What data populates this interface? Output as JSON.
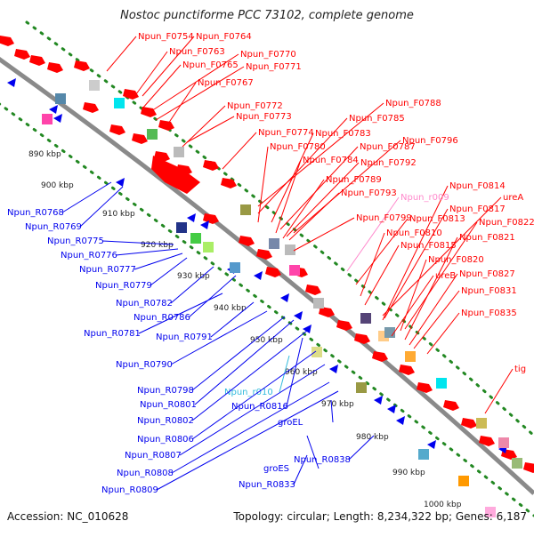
{
  "title": "Nostoc punctiforme PCC 73102, complete genome",
  "footer": {
    "accession": "Accession: NC_010628",
    "topology": "Topology: circular; Length: 8,234,322 bp; Genes: 6,187"
  },
  "colors": {
    "forward_gene": "#ff0000",
    "reverse_gene": "#0000ee",
    "pseudo_label": "#ff88cc",
    "rna_label": "#33bbdd",
    "backbone": "#8a8a8a",
    "guide": "#228822"
  },
  "scale_ticks": [
    "890 kbp",
    "900 kbp",
    "910 kbp",
    "920 kbp",
    "930 kbp",
    "940 kbp",
    "950 kbp",
    "960 kbp",
    "970 kbp",
    "980 kbp",
    "990 kbp",
    "1000 kbp"
  ],
  "forward_labels": [
    "Npun_F0754",
    "Npun_F0764",
    "Npun_F0763",
    "Npun_F0770",
    "Npun_F0765",
    "Npun_F0771",
    "Npun_F0767",
    "Npun_F0772",
    "Npun_F0773",
    "Npun_F0788",
    "Npun_F0785",
    "Npun_F0774",
    "Npun_F0783",
    "Npun_F0780",
    "Npun_F0787",
    "Npun_F0796",
    "Npun_F0784",
    "Npun_F0792",
    "Npun_F0789",
    "Npun_F0814",
    "Npun_F0793",
    "Npun_r009",
    "ureA",
    "Npun_F0817",
    "Npun_F0799",
    "Npun_F0813",
    "Npun_F0822",
    "Npun_F0810",
    "Npun_F0821",
    "Npun_F0815",
    "Npun_F0820",
    "Npun_F0827",
    "ureB",
    "Npun_F0831",
    "Npun_F0835",
    "tig"
  ],
  "reverse_labels": [
    "Npun_R0768",
    "Npun_R0769",
    "Npun_R0775",
    "Npun_R0776",
    "Npun_R0777",
    "Npun_R0779",
    "Npun_R0782",
    "Npun_R0786",
    "Npun_R0781",
    "Npun_R0791",
    "Npun_R0790",
    "Npun_R0798",
    "Npun_r010",
    "Npun_R0801",
    "Npun_R0816",
    "Npun_R0802",
    "groEL",
    "Npun_R0806",
    "Npun_R0807",
    "Npun_R0838",
    "groES",
    "Npun_R0808",
    "Npun_R0833",
    "Npun_R0809"
  ]
}
